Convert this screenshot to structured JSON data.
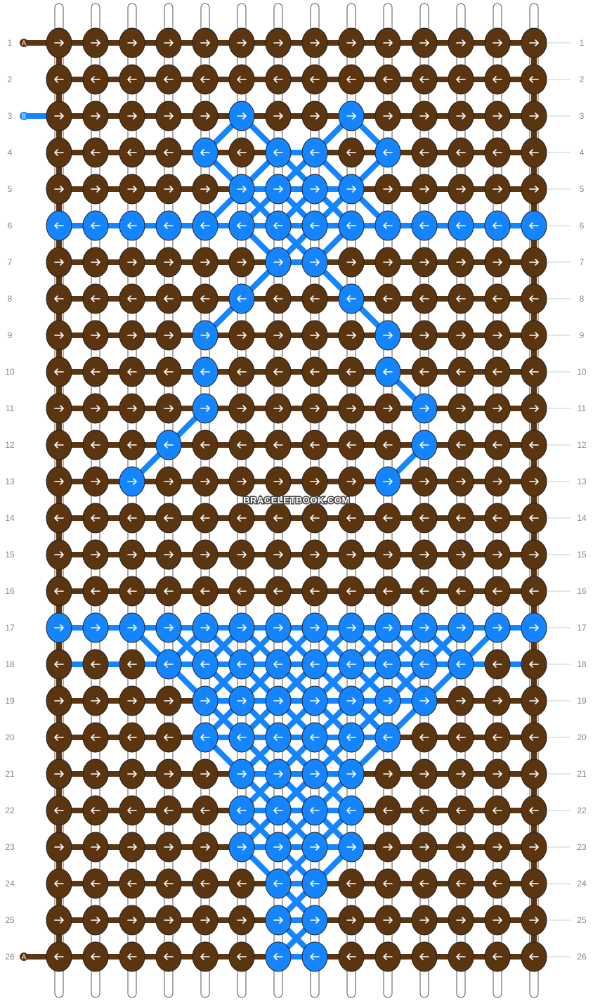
{
  "pattern": {
    "columns": 14,
    "rows": 26,
    "colors": {
      "A": "#5a3510",
      "B": "#1485ff"
    },
    "strand_labels": [
      {
        "row": 1,
        "label": "A",
        "color": "A"
      },
      {
        "row": 3,
        "label": "B",
        "color": "B"
      },
      {
        "row": 26,
        "label": "A",
        "color": "A"
      }
    ],
    "row_labels": [
      "1",
      "2",
      "3",
      "4",
      "5",
      "6",
      "7",
      "8",
      "9",
      "10",
      "11",
      "12",
      "13",
      "14",
      "15",
      "16",
      "17",
      "18",
      "19",
      "20",
      "21",
      "22",
      "23",
      "24",
      "25",
      "26"
    ],
    "knots": [
      "AAAAAAAAAAAAAA",
      "AAAAAAAAAAAAAA",
      "AAAAABAABAAAAA",
      "AAAABABBABAAAA",
      "AAAAABBBBAAAAA",
      "BBBBBBBBBBBBBB",
      "AAAAAABBAAAAAA",
      "AAAAABAABAAAAA",
      "AAAABAAAABAAAA",
      "AAAABAAAABAAAA",
      "AAAABAAAAABAAA",
      "AAABAAAAAABAAA",
      "AABAAAAAABAAAA",
      "AAAAAAAAAAAAAA",
      "AAAAAAAAAAAAAA",
      "AAAAAAAAAAAAAA",
      "BBBBBBBBBBBBBB",
      "AAABBBBBBBBBAA",
      "AAAABBBBBBBAAA",
      "AAAABBBBBBAAAA",
      "AAAAABBBBAAAAA",
      "AAAAABBBBAAAAA",
      "AAAAABBBBAAAAA",
      "AAAAAABBAAAAAA",
      "AAAAAABBAAAAAA",
      "AAAAAABBAAAAAA"
    ],
    "watermark": "BRACELETBOOK.COM"
  }
}
